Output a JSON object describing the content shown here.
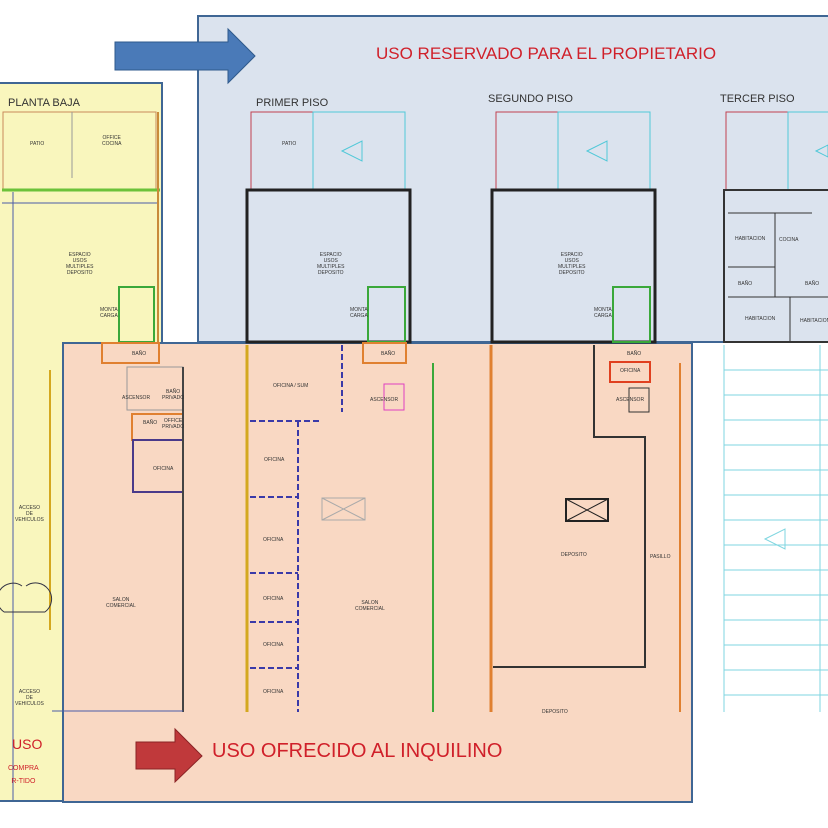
{
  "headings": {
    "owner": "USO RESERVADO PARA EL PROPIETARIO",
    "tenant": "USO OFRECIDO AL INQUILINO",
    "shared_1": "USO",
    "shared_2": "COMPRA\nR-TIDO"
  },
  "floors": {
    "ground": "PLANTA BAJA",
    "first": "PRIMER PISO",
    "second": "SEGUNDO PISO",
    "third": "TERCER PISO"
  },
  "rooms": {
    "patio": "PATIO",
    "office_cocina": "OFFICE\nCOCINA",
    "espacio": "ESPACIO\nUSOS\nMULTIPLES\nDEPOSITO",
    "monta": "MONTA\nCARGA",
    "bano": "BAÑO",
    "ascensor": "ASCENSOR",
    "bano_privado": "BAÑO\nPRIVADO",
    "office_privado": "OFFICE\nPRIVADO",
    "oficina": "OFICINA",
    "oficina_sum": "OFICINA / SUM",
    "salon": "SALON\nCOMERCIAL",
    "acceso": "ACCESO\nDE\nVEHICULOS",
    "deposito": "DEPOSITO",
    "pasillo": "PASILLO",
    "habitacion": "HABITACION",
    "cocina": "COCINA"
  },
  "colors": {
    "owner_panel": "#dbe3ee",
    "tenant_panel": "#f9d8c3",
    "shared_panel": "#f9f6bd",
    "border": "#3f6694",
    "blue_arrow": "#4a7ab8",
    "red_arrow": "#c0393b",
    "heading_red": "#d0202a"
  },
  "icons": {
    "owner_arrow": "arrow-right-icon",
    "tenant_arrow": "arrow-right-icon"
  }
}
